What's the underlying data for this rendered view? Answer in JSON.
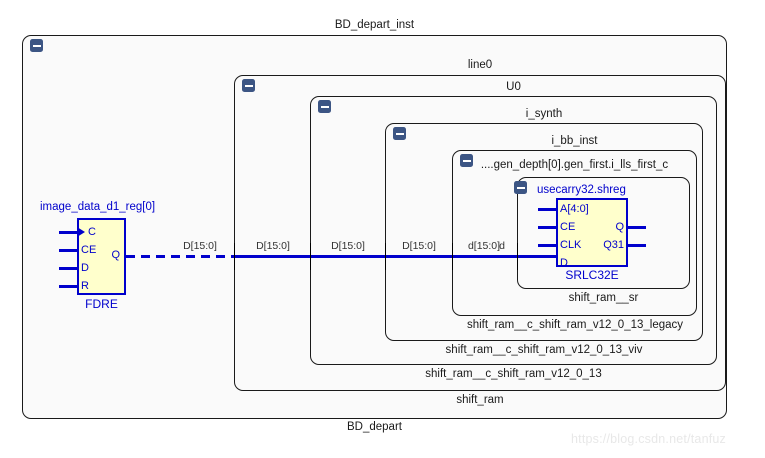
{
  "diagram": {
    "title": "BD_depart_inst",
    "watermark": "https://blog.csdn.net/tanfuz"
  },
  "hierarchy": {
    "boxes": [
      {
        "top_label": "BD_depart_inst",
        "bottom_label": "BD_depart",
        "minus_icon": "minus-icon"
      },
      {
        "top_label": "line0",
        "bottom_label": "shift_ram",
        "minus_icon": "minus-icon"
      },
      {
        "top_label": "U0",
        "bottom_label": "shift_ram__c_shift_ram_v12_0_13",
        "minus_icon": "minus-icon"
      },
      {
        "top_label": "i_synth",
        "bottom_label": "shift_ram__c_shift_ram_v12_0_13_viv",
        "minus_icon": "minus-icon"
      },
      {
        "top_label": "i_bb_inst",
        "bottom_label": "shift_ram__c_shift_ram_v12_0_13_legacy",
        "minus_icon": "minus-icon"
      },
      {
        "top_label": "....gen_depth[0].gen_first.i_lls_first_c",
        "bottom_label": "shift_ram__sr",
        "minus_icon": "minus-icon"
      }
    ]
  },
  "cells": {
    "fdre": {
      "instance_name": "image_data_d1_reg[0]",
      "type_name": "FDRE",
      "input_pins": [
        "C",
        "CE",
        "D",
        "R"
      ],
      "output_pins": [
        "Q"
      ],
      "clock_pin": "C"
    },
    "srlc32e": {
      "instance_name": "usecarry32.shreg",
      "type_name": "SRLC32E",
      "input_pins": [
        "A[4:0]",
        "CE",
        "CLK",
        "D"
      ],
      "output_pins": [
        "Q",
        "Q31"
      ]
    }
  },
  "nets": {
    "labels": [
      "D[15:0]",
      "D[15:0]",
      "D[15:0]",
      "D[15:0]",
      "d[15:0]",
      "d"
    ]
  },
  "colors": {
    "cell_border": "#0000cc",
    "cell_fill": "#ffffcc",
    "wire": "#0000cc",
    "box_border": "#1a1a1a",
    "minus_button": "#3c5584",
    "canvas": "#ffffff"
  }
}
